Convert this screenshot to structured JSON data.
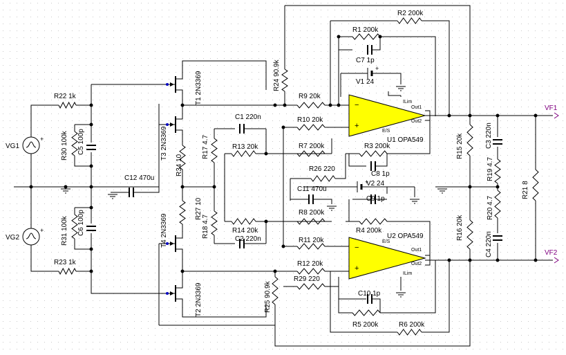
{
  "title": "",
  "colors": {
    "background": "#ffffff",
    "grid_dots": "#c8c8c8",
    "wire": "#000000",
    "opamp_fill": "#ffff00",
    "port_label": "#800080"
  },
  "opamps": [
    {
      "ref": "U1",
      "model": "OPA549",
      "pin_ilim": "ILim",
      "pin_es": "E/S",
      "pin_out1": "Out1",
      "pin_out2": "Out2"
    },
    {
      "ref": "U2",
      "model": "OPA549",
      "pin_ilim": "ILim",
      "pin_es": "E/S",
      "pin_out1": "Out1",
      "pin_out2": "Out2"
    }
  ],
  "transistors": [
    {
      "ref": "T1",
      "model": "2N3369"
    },
    {
      "ref": "T2",
      "model": "2N3369"
    },
    {
      "ref": "T3",
      "model": "2N3369"
    },
    {
      "ref": "T4",
      "model": "2N3369"
    }
  ],
  "sources": [
    {
      "ref": "VG1"
    },
    {
      "ref": "VG2"
    }
  ],
  "batteries": [
    {
      "ref": "V1",
      "value": "24"
    },
    {
      "ref": "V2",
      "value": "24"
    }
  ],
  "ports": [
    {
      "ref": "VF1"
    },
    {
      "ref": "VF2"
    }
  ],
  "resistors": [
    {
      "ref": "R1",
      "value": "200k"
    },
    {
      "ref": "R2",
      "value": "200k"
    },
    {
      "ref": "R3",
      "value": "200k"
    },
    {
      "ref": "R4",
      "value": "200k"
    },
    {
      "ref": "R5",
      "value": "200k"
    },
    {
      "ref": "R6",
      "value": "200k"
    },
    {
      "ref": "R7",
      "value": "200k"
    },
    {
      "ref": "R8",
      "value": "200k"
    },
    {
      "ref": "R9",
      "value": "20k"
    },
    {
      "ref": "R10",
      "value": "20k"
    },
    {
      "ref": "R11",
      "value": "20k"
    },
    {
      "ref": "R12",
      "value": "20k"
    },
    {
      "ref": "R13",
      "value": "20k"
    },
    {
      "ref": "R14",
      "value": "20k"
    },
    {
      "ref": "R15",
      "value": "20k"
    },
    {
      "ref": "R16",
      "value": "20k"
    },
    {
      "ref": "R17",
      "value": "4.7"
    },
    {
      "ref": "R18",
      "value": "4.7"
    },
    {
      "ref": "R19",
      "value": "4.7"
    },
    {
      "ref": "R20",
      "value": "4.7"
    },
    {
      "ref": "R21",
      "value": "8"
    },
    {
      "ref": "R22",
      "value": "1k"
    },
    {
      "ref": "R23",
      "value": "1k"
    },
    {
      "ref": "R24",
      "value": "90.9k"
    },
    {
      "ref": "R25",
      "value": "90.9k"
    },
    {
      "ref": "R26",
      "value": "220"
    },
    {
      "ref": "R27",
      "value": "10"
    },
    {
      "ref": "R29",
      "value": "220"
    },
    {
      "ref": "R30",
      "value": "100k"
    },
    {
      "ref": "R31",
      "value": "100k"
    },
    {
      "ref": "R34",
      "value": "10"
    }
  ],
  "capacitors": [
    {
      "ref": "C1",
      "value": "220n"
    },
    {
      "ref": "C2",
      "value": "220n"
    },
    {
      "ref": "C3",
      "value": "220n"
    },
    {
      "ref": "C4",
      "value": "220n"
    },
    {
      "ref": "C5",
      "value": "100p"
    },
    {
      "ref": "C6",
      "value": "100p"
    },
    {
      "ref": "C7",
      "value": "1p"
    },
    {
      "ref": "C8",
      "value": "1p"
    },
    {
      "ref": "C9",
      "value": "1p"
    },
    {
      "ref": "C10",
      "value": "1p"
    },
    {
      "ref": "C11",
      "value": "470u"
    },
    {
      "ref": "C12",
      "value": "470u"
    }
  ]
}
